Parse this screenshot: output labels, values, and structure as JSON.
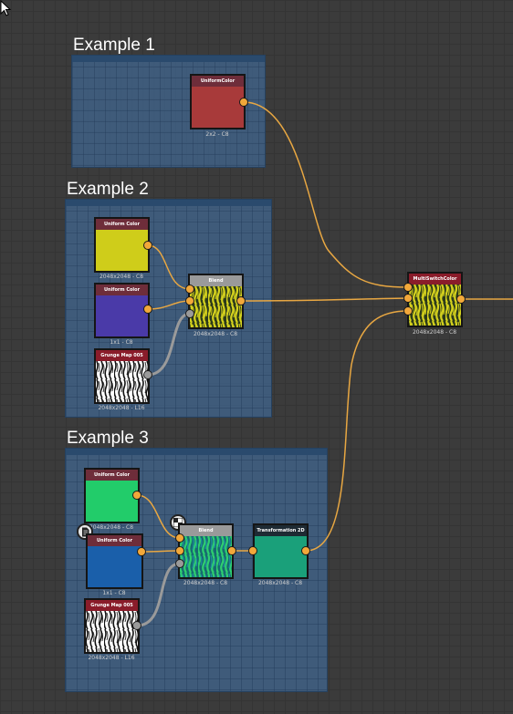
{
  "colors": {
    "wire": "#e8a742",
    "wire_gray": "#9a9a9a",
    "header_red": "#8a1c2a",
    "header_maroon": "#6e2d3a",
    "header_gray": "#9a9a9a"
  },
  "frames": [
    {
      "title": "Example 1"
    },
    {
      "title": "Example 2"
    },
    {
      "title": "Example 3"
    }
  ],
  "nodes": {
    "ex1_uniform": {
      "label": "UniformColor",
      "res": "2x2 - C8",
      "color": "#a83a3a"
    },
    "ex2_uniform_a": {
      "label": "Uniform Color",
      "res": "2048x2048 - C8",
      "color": "#cfcd1a"
    },
    "ex2_uniform_b": {
      "label": "Uniform Color",
      "res": "1x1 - C8",
      "color": "#4a3aa8"
    },
    "ex2_grunge": {
      "label": "Grunge Map 005",
      "res": "2048x2048 - L16"
    },
    "ex2_blend": {
      "label": "Blend",
      "res": "2048x2048 - C8"
    },
    "multiswitch": {
      "label": "MultiSwitchColor",
      "res": "2048x2048 - C8"
    },
    "ex3_uniform_a": {
      "label": "Uniform Color",
      "res": "2048x2048 - C8",
      "color": "#22cc6a"
    },
    "ex3_uniform_b": {
      "label": "Uniform Color",
      "res": "1x1 - C8",
      "color": "#1a5faa"
    },
    "ex3_grunge": {
      "label": "Grunge Map 005",
      "res": "2048x2048 - L16"
    },
    "ex3_blend": {
      "label": "Blend",
      "res": "2048x2048 - C8"
    },
    "ex3_transform": {
      "label": "Transformation 2D",
      "res": "2048x2048 - C8",
      "color": "#1aa07a"
    }
  }
}
